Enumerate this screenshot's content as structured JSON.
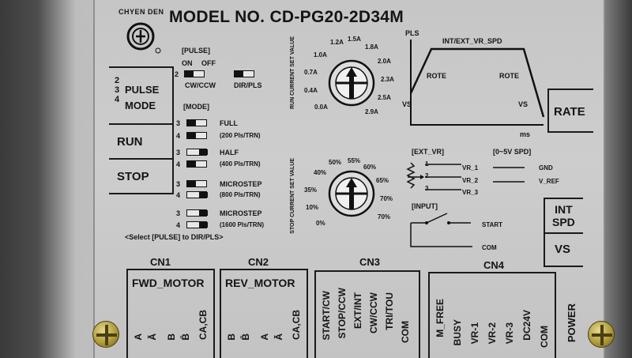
{
  "header": {
    "brand": "CHYEN DEN",
    "model": "MODEL NO. CD-PG20-2D34M"
  },
  "pulse": {
    "title": "[PULSE]",
    "on": "ON",
    "off": "OFF",
    "num": "2",
    "cw_ccw": "CW/CCW",
    "dir_pls": "DIR/PLS"
  },
  "mode": {
    "title": "[MODE]",
    "rows": [
      {
        "n1": "3",
        "n2": "4",
        "label": "FULL",
        "sub": "(200 Pls/TRN)"
      },
      {
        "n1": "3",
        "n2": "4",
        "label": "HALF",
        "sub": "(400 Pls/TRN)"
      },
      {
        "n1": "3",
        "n2": "4",
        "label": "MICROSTEP",
        "sub": "(800 Pls/TRN)"
      },
      {
        "n1": "3",
        "n2": "4",
        "label": "MICROSTEP",
        "sub": "(1600 Pls/TRN)"
      }
    ],
    "note": "<Select [PULSE] to DIR/PLS>"
  },
  "left_buttons": {
    "pulse_nums": "2\n3\n4",
    "pulse": "PULSE",
    "mode": "MODE",
    "run": "RUN",
    "stop": "STOP"
  },
  "run_dial": {
    "side_label": "RUN CURRENT SET VALUE",
    "marks": [
      "0.0A",
      "0.4A",
      "0.7A",
      "1.0A",
      "1.2A",
      "1.5A",
      "1.8A",
      "2.0A",
      "2.3A",
      "2.5A",
      "2.9A"
    ]
  },
  "stop_dial": {
    "side_label": "STOP CURRENT SET VALUE",
    "marks": [
      "0%",
      "10%",
      "35%",
      "40%",
      "50%",
      "55%",
      "60%",
      "65%",
      "70%",
      "70%"
    ]
  },
  "speed_graph": {
    "pls": "PLS",
    "title": "INT/EXT_VR_SPD",
    "rote_l": "ROTE",
    "rote_r": "ROTE",
    "vs_l": "VS",
    "vs_r": "VS",
    "ms": "ms"
  },
  "rate_button": "RATE",
  "ext_vr": {
    "title": "[EXT_VR]",
    "spd": "[0~5V SPD]",
    "n1": "1",
    "n2": "2",
    "n3": "3",
    "vr1": "VR_1",
    "vr2": "VR_2",
    "vr3": "VR_3",
    "gnd": "GND",
    "vref": "V_REF"
  },
  "input": {
    "title": "[INPUT]",
    "start": "START",
    "com": "COM"
  },
  "right_buttons": {
    "int_spd": "INT\nSPD",
    "vs": "VS"
  },
  "connectors": {
    "cn1": {
      "label": "CN1",
      "name": "FWD_MOTOR",
      "pins": [
        "A",
        "Ā",
        "B",
        "B̄",
        "CA,CB"
      ]
    },
    "cn2": {
      "label": "CN2",
      "name": "REV_MOTOR",
      "pins": [
        "B",
        "B̄",
        "A",
        "Ā",
        "CA,CB"
      ]
    },
    "cn3": {
      "label": "CN3",
      "pins": [
        "START/CW",
        "STOP/CCW",
        "EXT/INT",
        "CW/CCW",
        "TRI/TOU",
        "COM"
      ]
    },
    "cn4": {
      "label": "CN4",
      "pins": [
        "M_FREE",
        "BUSY",
        "VR-1",
        "VR-2",
        "VR-3",
        "DC24V",
        "COM"
      ]
    }
  },
  "power": "POWER"
}
